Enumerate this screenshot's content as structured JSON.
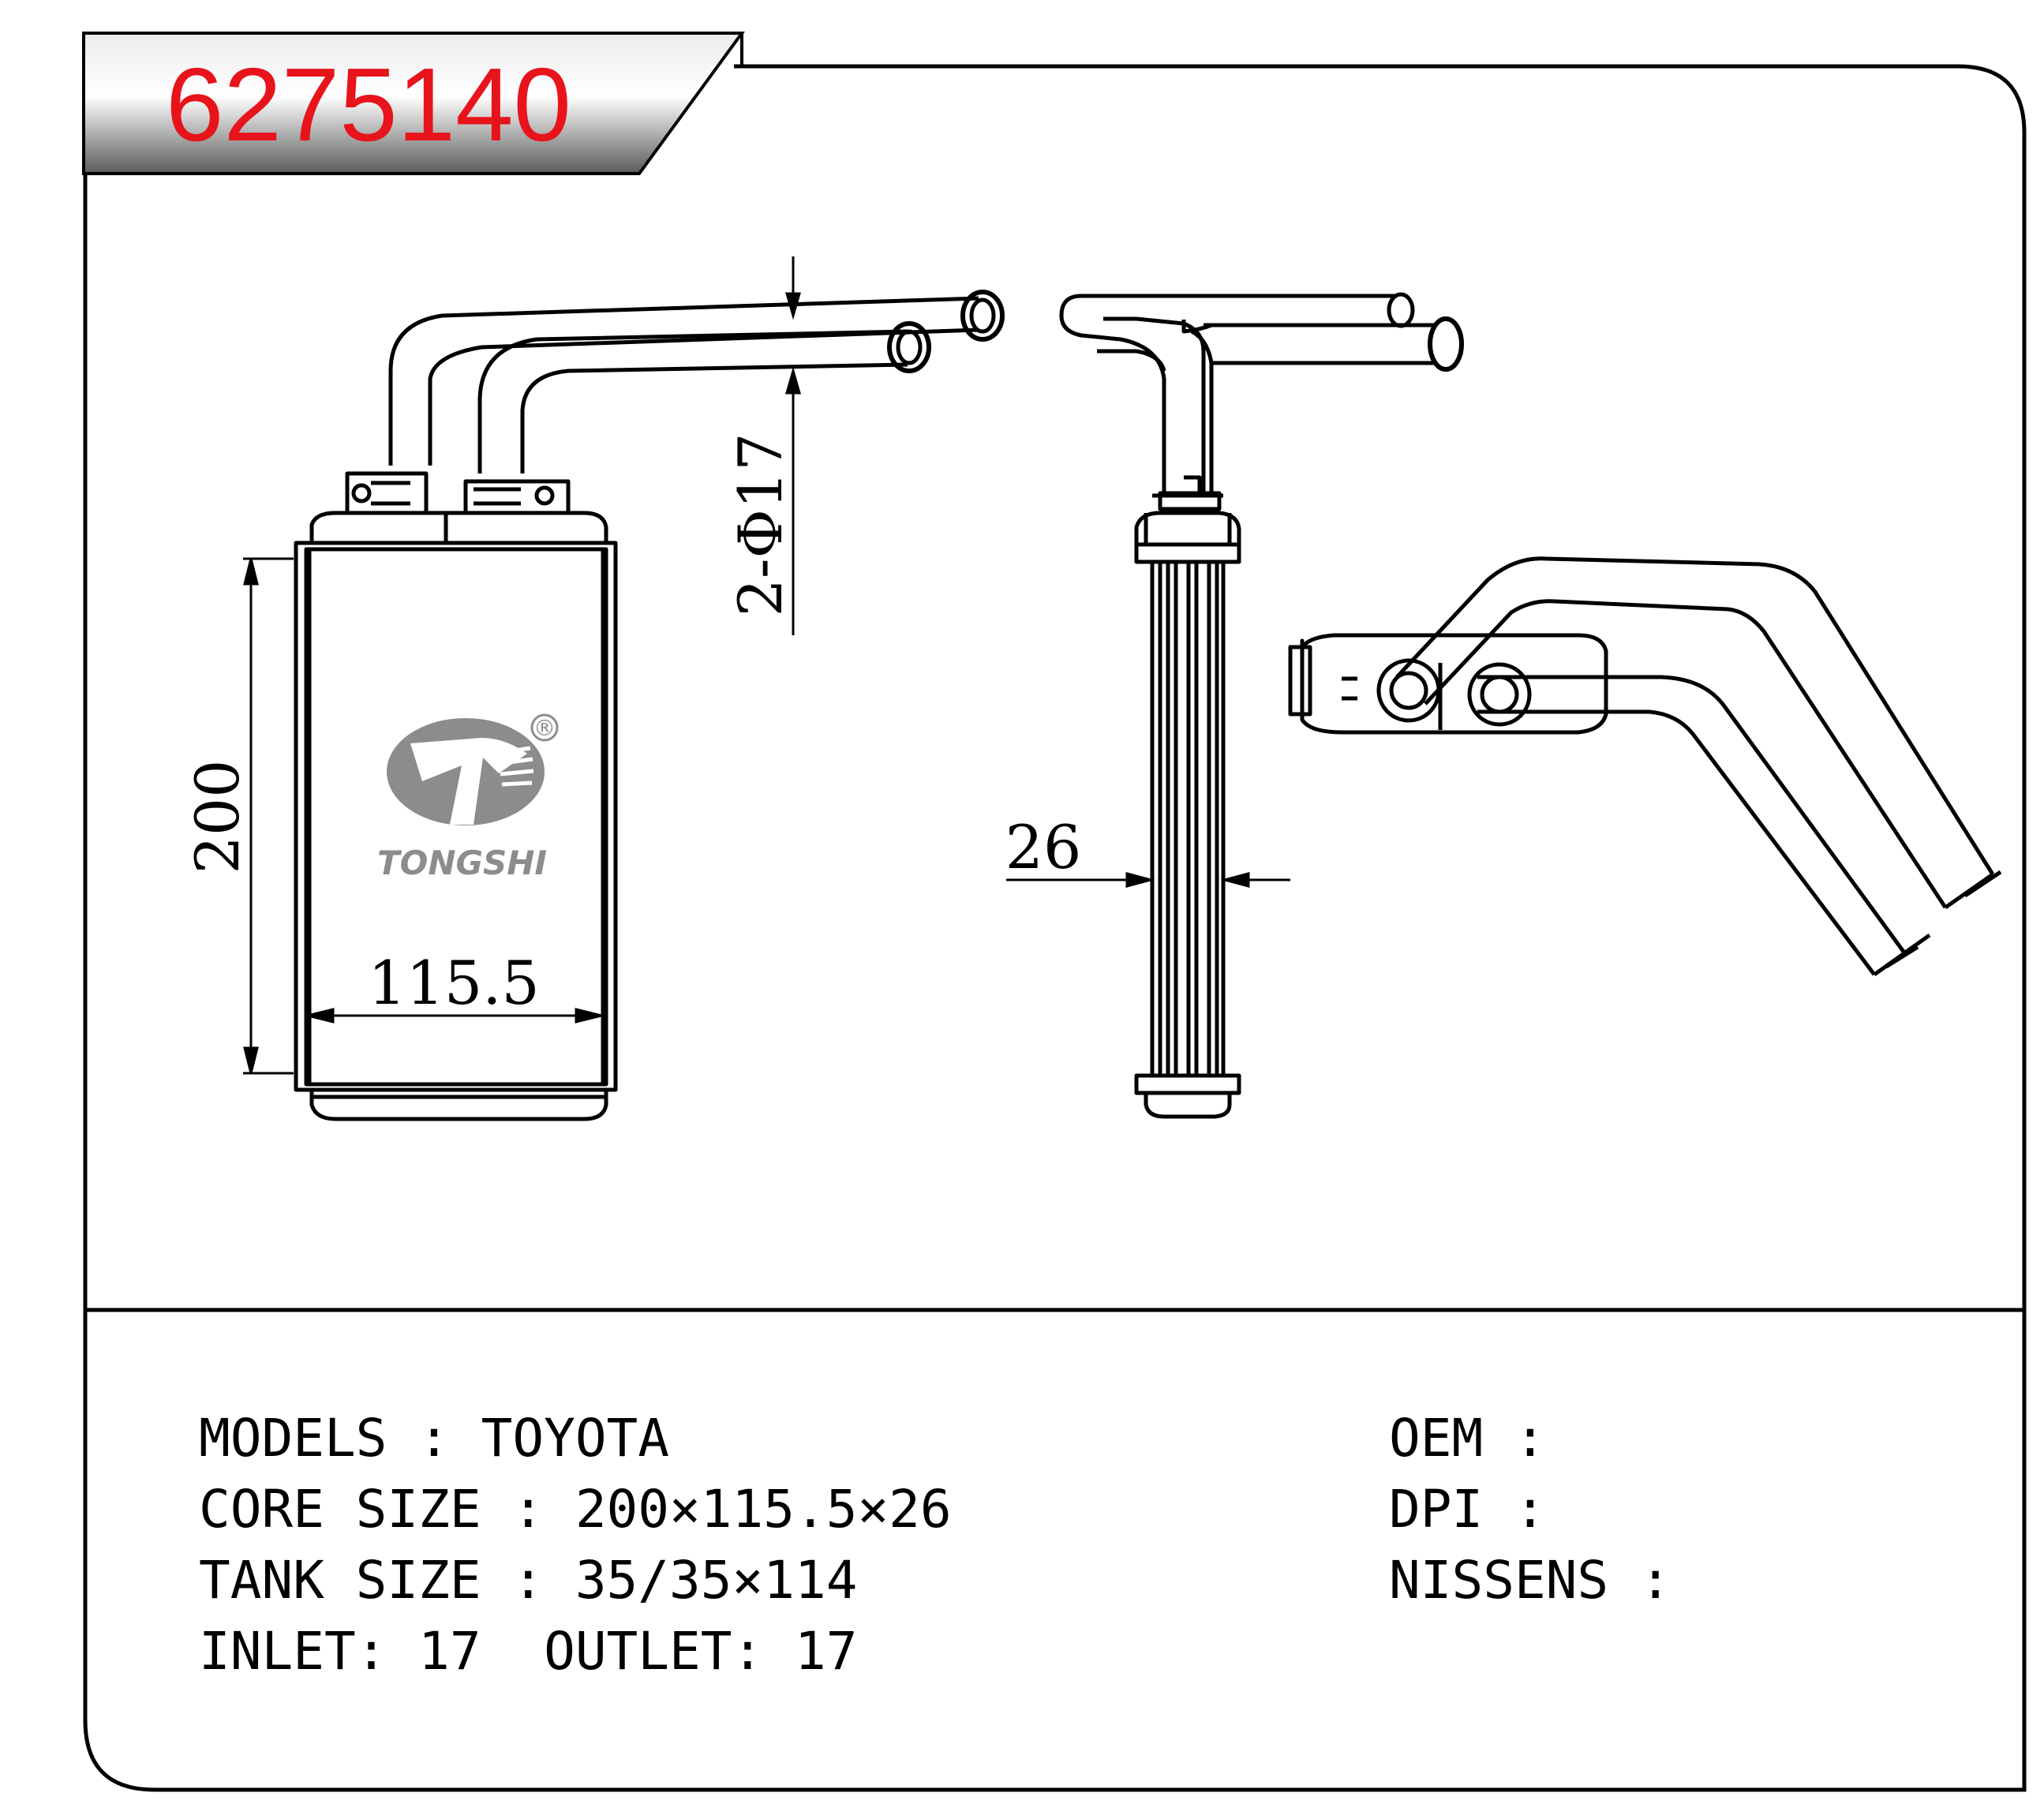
{
  "part_number": "6275140",
  "brand": {
    "name": "TONGSHI",
    "registered_mark": "®"
  },
  "dimensions": {
    "pipe_diameter": "2-Φ17",
    "core_height": "200",
    "core_width": "115.5",
    "core_depth": "26"
  },
  "specs": {
    "models": "MODELS : TOYOTA",
    "core_size": "CORE SIZE : 200×115.5×26",
    "tank_size": "TANK SIZE : 35/35×114",
    "inlet_outlet": "INLET: 17  OUTLET: 17",
    "oem": "OEM :",
    "dpi": "DPI :",
    "nissens": "NISSENS :"
  },
  "colors": {
    "part_number": "#e8141b",
    "banner_gradient_dark": "#6b6b6b",
    "banner_gradient_light": "#f4f4f4",
    "logo_gray": "#8c8c8c",
    "line": "#000000"
  }
}
